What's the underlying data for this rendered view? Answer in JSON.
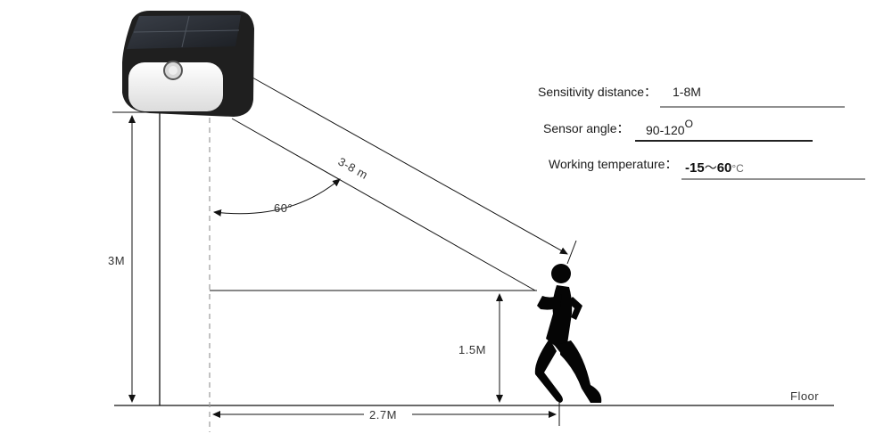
{
  "specs": {
    "sensitivity_label": "Sensitivity distance：",
    "sensitivity_value": "1-8M",
    "angle_label": "Sensor angle：",
    "angle_value": "90-120",
    "angle_sup": "O",
    "temp_label": "Working temperature：",
    "temp_low": "-15",
    "temp_sep": "～",
    "temp_high": "60",
    "temp_unit": "°C"
  },
  "dimensions": {
    "mount_height": "3M",
    "sensor_height": "1.5M",
    "horizontal_distance": "2.7M",
    "detection_range": "3-8 m",
    "angle": "60°"
  },
  "labels": {
    "floor": "Floor"
  },
  "colors": {
    "lamp_body": "#1f1f1f",
    "solar_panel": "#2b2f36",
    "lamp_lens": "#f4f4f4",
    "line": "#111111",
    "dashed_line": "#9a9a9a",
    "silhouette": "#050505"
  }
}
